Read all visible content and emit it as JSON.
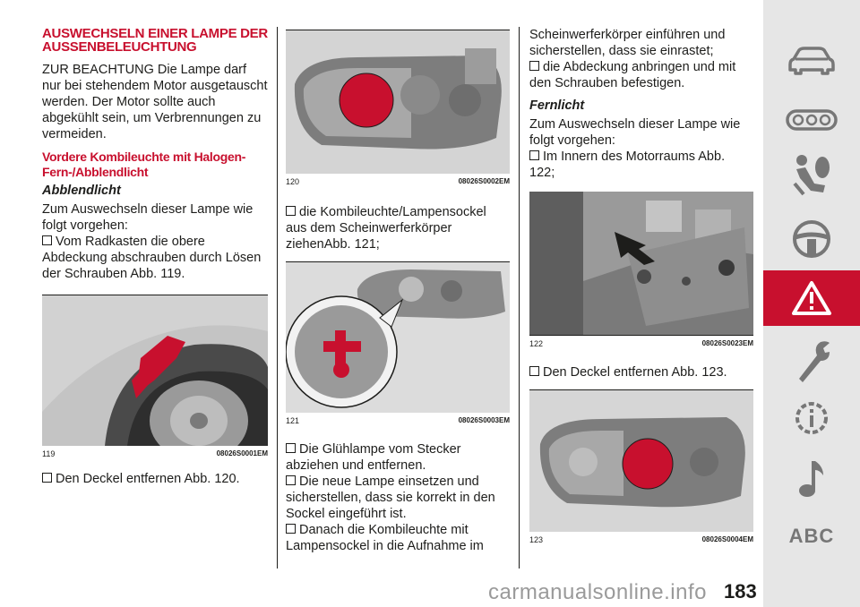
{
  "section": {
    "title": "AUSWECHSELN EINER LAMPE DER AUSSENBELEUCHTUNG",
    "note": "ZUR BEACHTUNG Die Lampe darf nur bei stehendem Motor ausgetauscht werden. Der Motor sollte auch abgekühlt sein, um Verbrennungen zu vermeiden.",
    "sub_heading": "Vordere Kombileuchte mit Halogen-Fern-/Abblendlicht",
    "low_beam_heading": "Abblendlicht",
    "low_beam_intro": "Zum Auswechseln dieser Lampe wie folgt vorgehen:",
    "step1": "Vom Radkasten die obere Abdeckung abschrauben durch Lösen der Schrauben Abb. 119.",
    "step2": "Den Deckel entfernen Abb. 120.",
    "step3": "die Kombileuchte/Lampensockel aus dem Scheinwerferkörper ziehenAbb. 121;",
    "step4": "Die Glühlampe vom Stecker abziehen und entfernen.",
    "step5": "Die neue Lampe einsetzen und sicherstellen, dass sie korrekt in den Sockel eingeführt ist.",
    "step6": "Danach die Kombileuchte mit Lampensockel in die Aufnahme im",
    "step6_cont": "Scheinwerferkörper einführen und sicherstellen, dass sie einrastet;",
    "step7": "die Abdeckung anbringen und mit den Schrauben befestigen.",
    "high_beam_heading": "Fernlicht",
    "high_beam_intro": "Zum Auswechseln dieser Lampe wie folgt vorgehen:",
    "step8": "Im Innern des Motorraums Abb. 122;",
    "step9": "Den Deckel entfernen Abb. 123."
  },
  "figures": [
    {
      "num": "119",
      "code": "08026S0001EM"
    },
    {
      "num": "120",
      "code": "08026S0002EM"
    },
    {
      "num": "121",
      "code": "08026S0003EM"
    },
    {
      "num": "122",
      "code": "08026S0023EM"
    },
    {
      "num": "123",
      "code": "08026S0004EM"
    }
  ],
  "sidebar": {
    "items": [
      {
        "icon": "car-icon"
      },
      {
        "icon": "dashboard-icon"
      },
      {
        "icon": "airbag-safety-icon"
      },
      {
        "icon": "steering-wheel-icon"
      },
      {
        "icon": "warning-triangle-icon",
        "active": true
      },
      {
        "icon": "wrench-icon"
      },
      {
        "icon": "info-gear-icon"
      },
      {
        "icon": "music-note-icon"
      },
      {
        "icon": "abc-index-icon",
        "label": "ABC"
      }
    ]
  },
  "page_number": "183",
  "watermark": "carmanualsonline.info",
  "colors": {
    "accent": "#c8102e",
    "sidebar_bg": "#e6e6e6",
    "icon": "#777777"
  }
}
